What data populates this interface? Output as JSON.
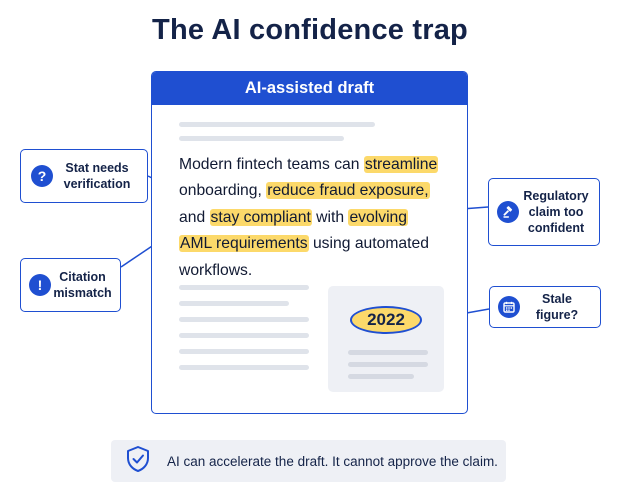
{
  "title": "The AI confidence trap",
  "draft": {
    "header": "AI-assisted draft",
    "paragraph": [
      [
        {
          "t": "Modern fintech teams can "
        },
        {
          "t": "streamline",
          "hl": true
        }
      ],
      [
        {
          "t": "onboarding, "
        },
        {
          "t": "reduce fraud exposure,",
          "hl": true
        }
      ],
      [
        {
          "t": "and "
        },
        {
          "t": "stay compliant",
          "hl": true
        },
        {
          "t": " with "
        },
        {
          "t": "evolving",
          "hl": true
        }
      ],
      [
        {
          "t": "AML requirements",
          "hl": true
        },
        {
          "t": " using automated"
        }
      ],
      [
        {
          "t": "workflows."
        }
      ]
    ],
    "year": "2022"
  },
  "annotations": {
    "stat": {
      "icon": "question-icon",
      "label": "Stat needs verification"
    },
    "citation": {
      "icon": "exclamation-icon",
      "label": "Citation mismatch"
    },
    "regulatory": {
      "icon": "gavel-icon",
      "label": "Regulatory claim too confident"
    },
    "stale": {
      "icon": "calendar-icon",
      "label": "Stale figure?"
    }
  },
  "footer": {
    "icon": "shield-check-icon",
    "message": "AI can accelerate the draft. It cannot approve the claim."
  },
  "colors": {
    "accent": "#1f4fd1",
    "highlight": "#fcd96a",
    "text": "#142348",
    "panel": "#eef0f5"
  }
}
